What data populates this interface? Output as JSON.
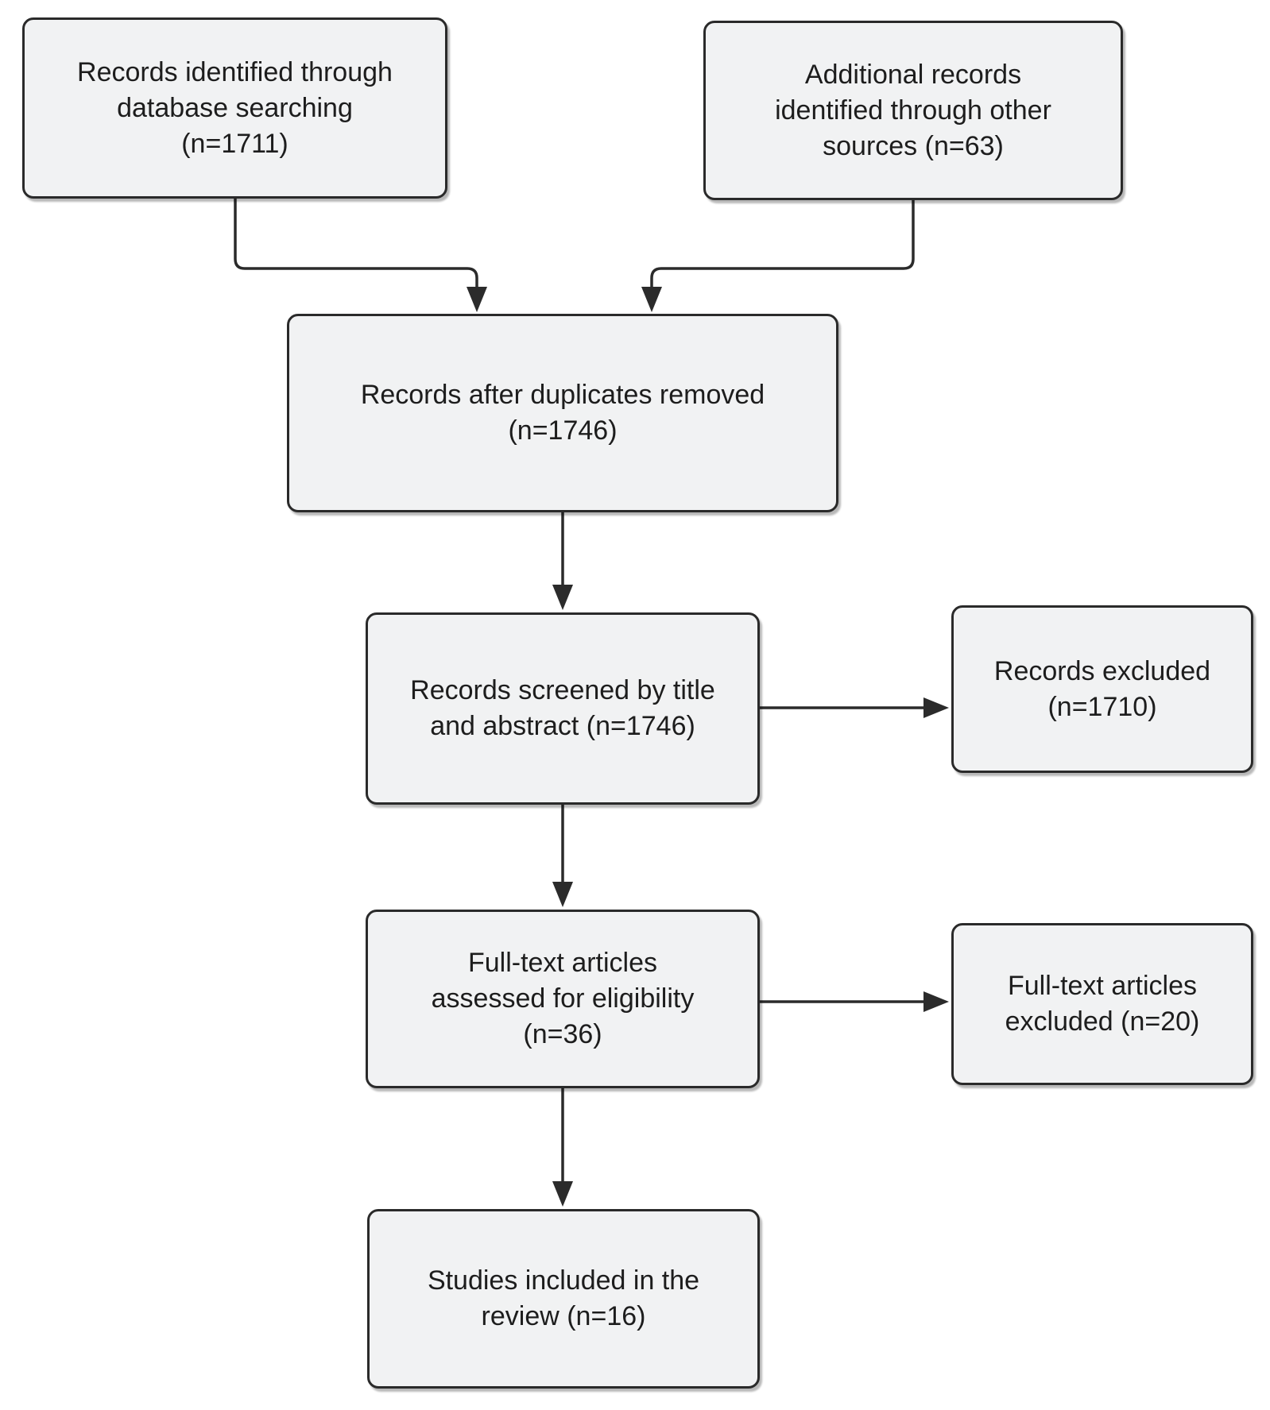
{
  "page": {
    "kind": "PRISMA flow diagram of study selection",
    "background": "#ffffff"
  },
  "palette": {
    "box_fill": "#f1f2f3",
    "box_border": "#2a2a2a",
    "arrow": "#2b2b2b",
    "text": "#1d1d1d"
  },
  "diagram": {
    "nodes": {
      "identified_database": {
        "lines": [
          "Records identified through",
          "database searching",
          "(n=1711)"
        ],
        "n": 1711
      },
      "identified_other": {
        "lines": [
          "Additional records",
          "identified through other",
          "sources (n=63)"
        ],
        "n": 63
      },
      "after_duplicates": {
        "lines": [
          "Records after duplicates removed",
          "(n=1746)"
        ],
        "n": 1746
      },
      "screened": {
        "lines": [
          "Records screened by title",
          "and abstract (n=1746)"
        ],
        "n": 1746
      },
      "records_excluded": {
        "lines": [
          "Records excluded",
          "(n=1710)"
        ],
        "n": 1710
      },
      "fulltext_assessed": {
        "lines": [
          "Full-text articles",
          "assessed for eligibility",
          "(n=36)"
        ],
        "n": 36
      },
      "fulltext_excluded": {
        "lines": [
          "Full-text articles",
          "excluded (n=20)"
        ],
        "n": 20
      },
      "included": {
        "lines": [
          "Studies included in the",
          "review (n=16)"
        ],
        "n": 16
      }
    },
    "edges": [
      {
        "from": "identified_database",
        "to": "after_duplicates"
      },
      {
        "from": "identified_other",
        "to": "after_duplicates"
      },
      {
        "from": "after_duplicates",
        "to": "screened"
      },
      {
        "from": "screened",
        "to": "records_excluded"
      },
      {
        "from": "screened",
        "to": "fulltext_assessed"
      },
      {
        "from": "fulltext_assessed",
        "to": "fulltext_excluded"
      },
      {
        "from": "fulltext_assessed",
        "to": "included"
      }
    ]
  }
}
